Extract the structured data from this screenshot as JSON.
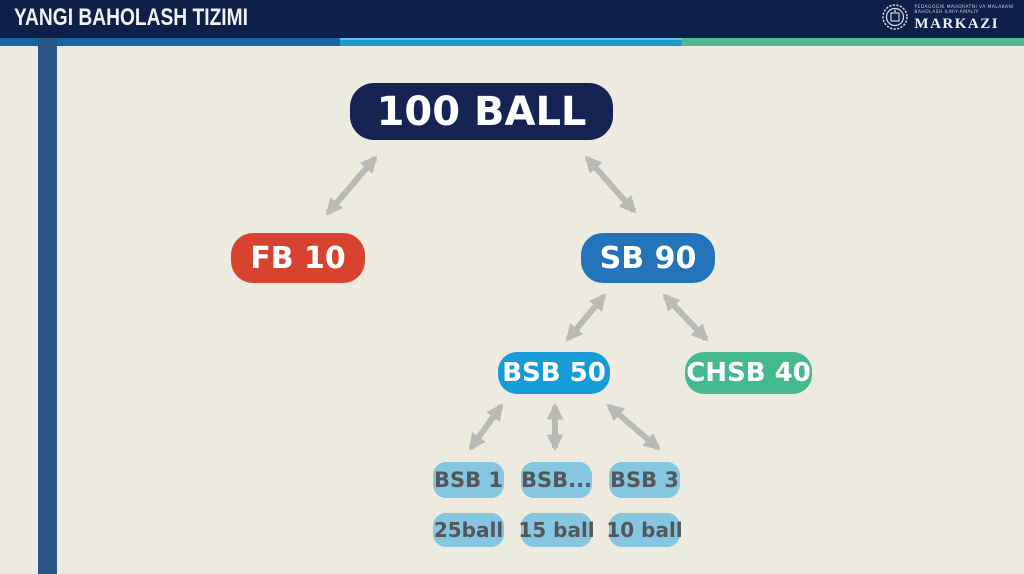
{
  "header": {
    "title": "YANGI BAHOLASH TIZIMI",
    "logo": {
      "line1": "PEDAGOGIK MAHORATNI VA MALAKANI",
      "line2": "BAHOLASH ILMIY-AMALIY",
      "name": "MARKAZI"
    }
  },
  "colors": {
    "background": "#edeae0",
    "header_bg": "#0e1f4a",
    "header_text": "#f2f2f2",
    "vertical_bar": "#2a5584",
    "strip_left": "#1565a8",
    "strip_middle": "#1f9ad2",
    "strip_mid_highlight": "#5ec1e6",
    "strip_right": "#4eba92",
    "arrow": "#b9b9b6",
    "node_100": "#152452",
    "node_fb10": "#d8432f",
    "node_sb90": "#2374bb",
    "node_bsb50": "#189cd8",
    "node_chsb40": "#45b98e",
    "node_small_bg": "#85c6e0",
    "node_small_text": "#54565a"
  },
  "diagram": {
    "nodes": [
      {
        "id": "ball100",
        "label": "100 BALL",
        "color": "#152452"
      },
      {
        "id": "fb10",
        "label": "FB 10",
        "color": "#d8432f"
      },
      {
        "id": "sb90",
        "label": "SB 90",
        "color": "#2374bb"
      },
      {
        "id": "bsb50",
        "label": "BSB 50",
        "color": "#189cd8"
      },
      {
        "id": "chsb40",
        "label": "CHSB 40",
        "color": "#45b98e"
      },
      {
        "id": "bsb1",
        "label": "BSB 1",
        "color": "#85c6e0"
      },
      {
        "id": "bsbdots",
        "label": "BSB...",
        "color": "#85c6e0"
      },
      {
        "id": "bsb3",
        "label": "BSB 3",
        "color": "#85c6e0"
      },
      {
        "id": "ball25",
        "label": "25ball",
        "color": "#85c6e0"
      },
      {
        "id": "ball15",
        "label": "15 ball",
        "color": "#85c6e0"
      },
      {
        "id": "ball10",
        "label": "10 ball",
        "color": "#85c6e0"
      }
    ],
    "edges": [
      {
        "from": "ball100",
        "to": "fb10",
        "type": "double-arrow"
      },
      {
        "from": "ball100",
        "to": "sb90",
        "type": "double-arrow"
      },
      {
        "from": "sb90",
        "to": "bsb50",
        "type": "double-arrow"
      },
      {
        "from": "sb90",
        "to": "chsb40",
        "type": "double-arrow"
      },
      {
        "from": "bsb50",
        "to": "bsb1",
        "type": "double-arrow"
      },
      {
        "from": "bsb50",
        "to": "bsbdots",
        "type": "double-arrow"
      },
      {
        "from": "bsb50",
        "to": "bsb3",
        "type": "double-arrow"
      }
    ]
  }
}
